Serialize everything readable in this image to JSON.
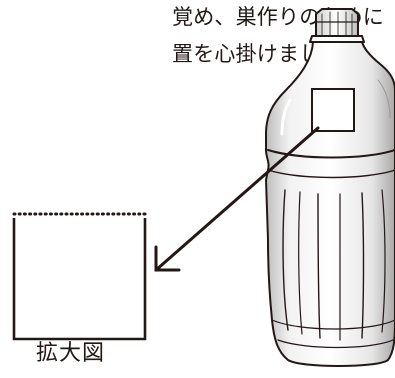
{
  "caption": {
    "line1": "覚め、巣作りのために",
    "line2": "置を心掛けましょう。"
  },
  "enlarged_view": {
    "label": "拡大図"
  },
  "colors": {
    "ink": "#231815",
    "bottle_fill": "#ffffff",
    "bottle_shade": "#d9d9d9"
  },
  "icons": {
    "bottle": "plastic-bottle-illustration",
    "arrow": "arrow-pointer-icon"
  }
}
